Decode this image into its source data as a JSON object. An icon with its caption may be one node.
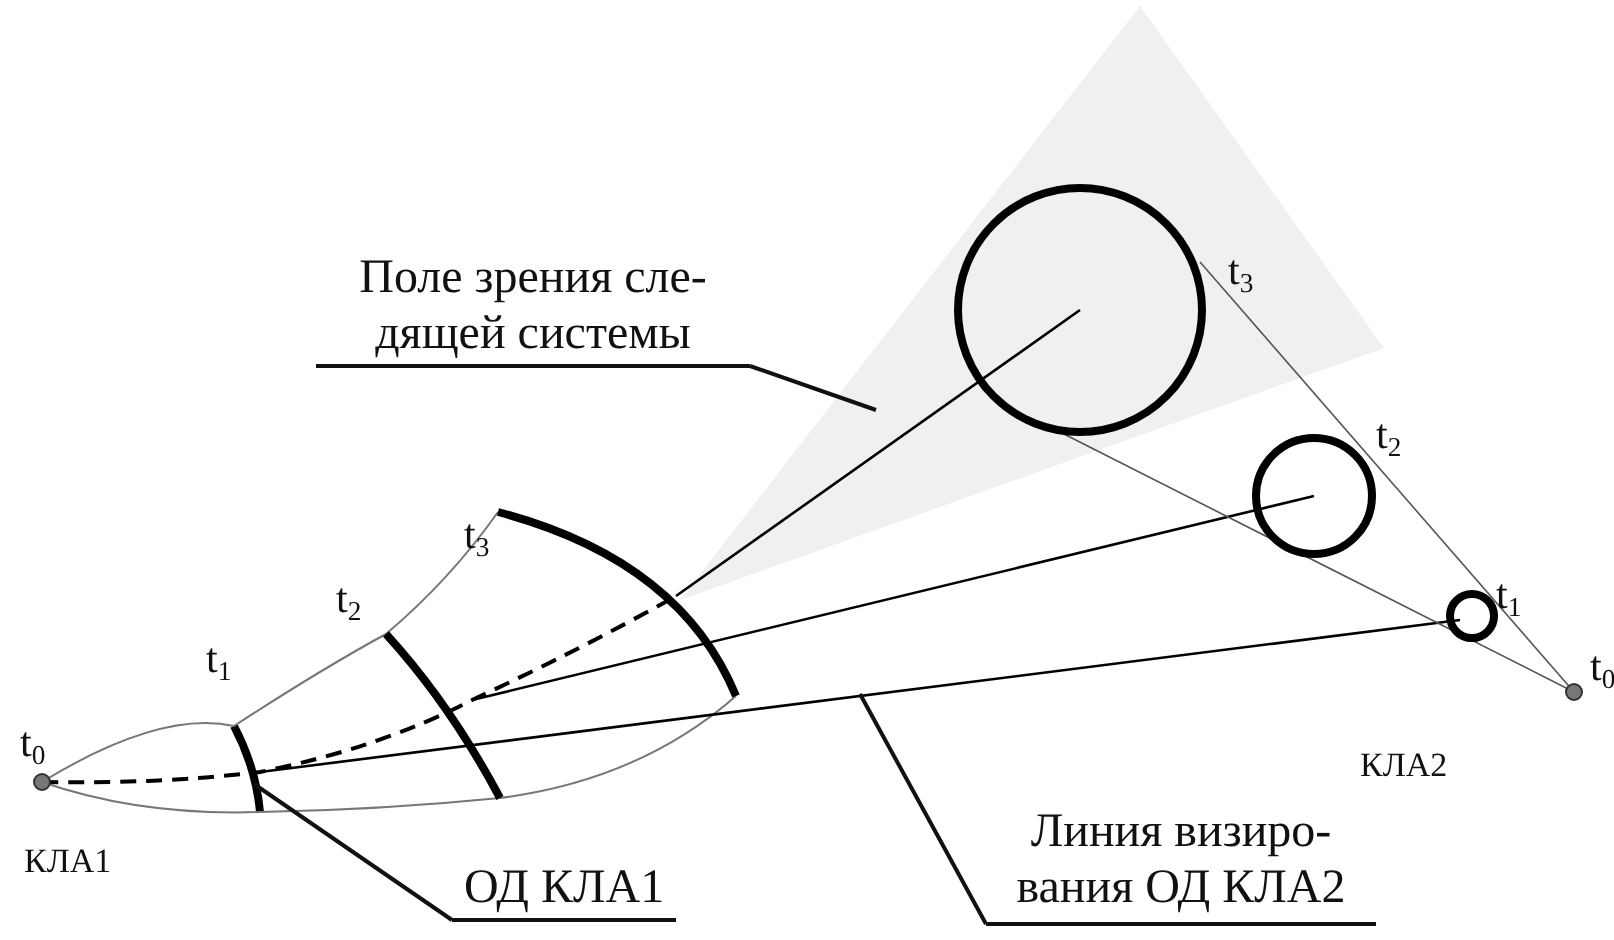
{
  "diagram": {
    "nodes": [
      {
        "text": [
          "Поле зрения сле- дящей системы"
        ]
      },
      {
        "text": [],
        "shape": "triangle"
      },
      {
        "text": [
          "ОД КЛА1"
        ]
      },
      {
        "text": [],
        "shape": "arc"
      },
      {
        "text": [
          "Линия визиро- вания ОД КЛА2"
        ]
      }
    ],
    "edges": [
      {
        "from": 0,
        "to": 1,
        "arrow": "none"
      },
      {
        "from": 2,
        "to": 3,
        "arrow": "none"
      },
      {
        "from": 4,
        "to": null,
        "arrow": "none"
      }
    ],
    "labels": [
      "t$_{3}$",
      "t$_{2}$",
      "t$_{1}$",
      "t$_{0}$",
      "КЛА1",
      "t$_{3}$",
      "t$_{2}$",
      "t$_{1}$",
      "t$_{0}$",
      "КЛА2"
    ]
  }
}
